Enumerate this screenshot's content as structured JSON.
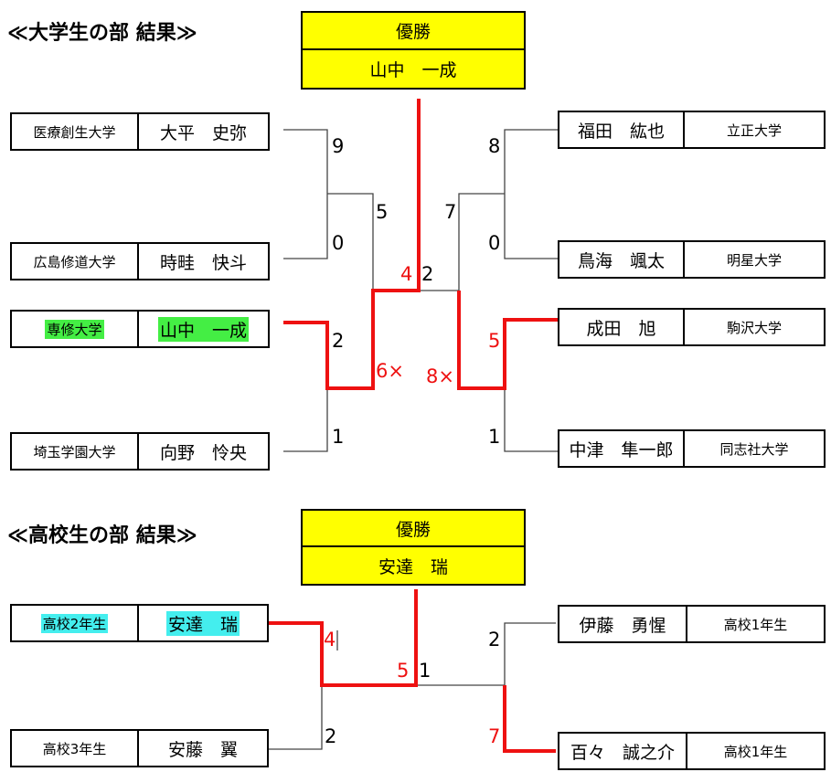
{
  "university": {
    "title": "≪大学生の部  結果≫",
    "champion_label": "優勝",
    "champion_name": "山中　一成",
    "players": [
      {
        "university": "医療創生大学",
        "name": "大平　史弥"
      },
      {
        "university": "広島修道大学",
        "name": "時畦　快斗"
      },
      {
        "university": "専修大学",
        "name": "山中　一成"
      },
      {
        "university": "埼玉学園大学",
        "name": "向野　怜央"
      },
      {
        "name": "福田　紘也",
        "university": "立正大学"
      },
      {
        "name": "鳥海　颯太",
        "university": "明星大学"
      },
      {
        "name": "成田　旭",
        "university": "駒沢大学"
      },
      {
        "name": "中津　隼一郎",
        "university": "同志社大学"
      }
    ],
    "scores": {
      "s9": "9",
      "s0a": "0",
      "s5": "5",
      "s2a": "2",
      "s1a": "1",
      "s6x": "6×",
      "s4": "4",
      "s2b": "2",
      "s8": "8",
      "s0b": "0",
      "s7": "7",
      "s5r": "5",
      "s1b": "1",
      "s8x": "8×"
    }
  },
  "high_school": {
    "title": "≪高校生の部  結果≫",
    "champion_label": "優勝",
    "champion_name": "安達　瑞",
    "players": [
      {
        "grade": "高校2年生",
        "name": "安達　瑞"
      },
      {
        "grade": "高校3年生",
        "name": "安藤　翼"
      },
      {
        "name": "伊藤　勇惺",
        "grade": "高校1年生"
      },
      {
        "name": "百々　誠之介",
        "grade": "高校1年生"
      }
    ],
    "scores": {
      "s4": "4",
      "s2": "2",
      "s5": "5",
      "s1": "1",
      "s2r": "2",
      "s7": "7"
    }
  },
  "colors": {
    "winner_line": "#ee1111",
    "champion_bg": "#ffff00",
    "highlight_green": "#44ee44",
    "highlight_cyan": "#44eeee"
  }
}
